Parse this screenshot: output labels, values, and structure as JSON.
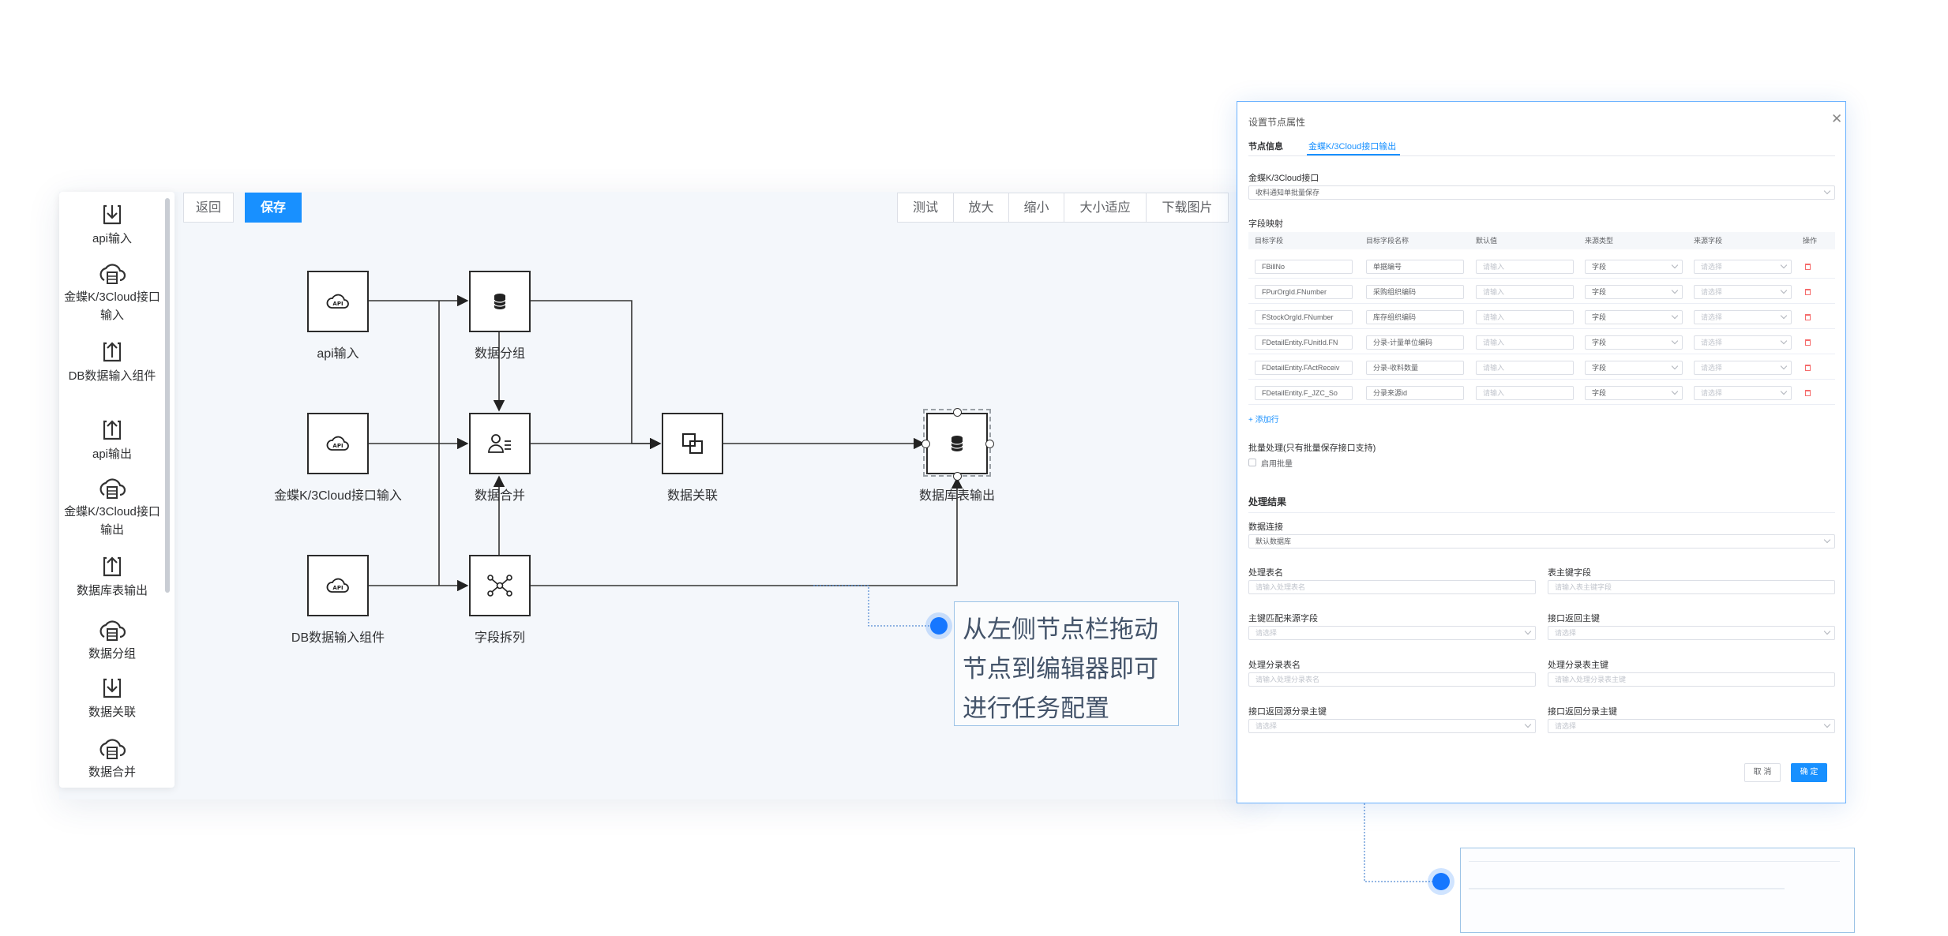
{
  "toolbar": {
    "back": "返回",
    "save": "保存",
    "actions": [
      "测试",
      "放大",
      "缩小",
      "大小适应",
      "下载图片"
    ]
  },
  "sidebar": {
    "items": [
      {
        "label": "api输入",
        "icon": "download-arrow-icon"
      },
      {
        "label": "金蝶K/3Cloud接口输入",
        "icon": "cloud-database-icon"
      },
      {
        "label": "DB数据输入组件",
        "icon": "upload-arrow-icon"
      },
      {
        "label": "api输出",
        "icon": "upload-arrow-icon"
      },
      {
        "label": "金蝶K/3Cloud接口输出",
        "icon": "cloud-database-icon"
      },
      {
        "label": "数据库表输出",
        "icon": "upload-arrow-icon"
      },
      {
        "label": "数据分组",
        "icon": "cloud-database-icon"
      },
      {
        "label": "数据关联",
        "icon": "download-arrow-icon"
      },
      {
        "label": "数据合并",
        "icon": "cloud-database-icon"
      }
    ]
  },
  "flow": {
    "nodes": [
      {
        "id": "api_in",
        "label": "api输入",
        "icon": "api-cloud-icon"
      },
      {
        "id": "group",
        "label": "数据分组",
        "icon": "database-icon"
      },
      {
        "id": "k3_in",
        "label": "金蝶K/3Cloud接口输入",
        "icon": "api-cloud-icon"
      },
      {
        "id": "merge",
        "label": "数据合并",
        "icon": "user-list-icon"
      },
      {
        "id": "join",
        "label": "数据关联",
        "icon": "overlap-squares-icon"
      },
      {
        "id": "db_out",
        "label": "数据库表输出",
        "icon": "database-icon"
      },
      {
        "id": "db_in",
        "label": "DB数据输入组件",
        "icon": "api-cloud-icon"
      },
      {
        "id": "split",
        "label": "字段拆列",
        "icon": "network-icon"
      }
    ]
  },
  "callout": {
    "lines": [
      "从左侧节点栏拖动",
      "节点到编辑器即可",
      "进行任务配置"
    ]
  },
  "dialog": {
    "title": "设置节点属性",
    "tabs": [
      "节点信息",
      "金蝶K/3Cloud接口输出"
    ],
    "interface_label": "金蝶K/3Cloud接口",
    "interface_value": "收料通知单批量保存",
    "mapping_label": "字段映射",
    "table_headers": [
      "目标字段",
      "目标字段名称",
      "默认值",
      "来源类型",
      "来源字段",
      "操作"
    ],
    "rows": [
      {
        "target": "FBillNo",
        "name": "单据编号",
        "default": "请输入",
        "type": "字段",
        "source": "请选择"
      },
      {
        "target": "FPurOrgId.FNumber",
        "name": "采购组织编码",
        "default": "请输入",
        "type": "字段",
        "source": "请选择"
      },
      {
        "target": "FStockOrgId.FNumber",
        "name": "库存组织编码",
        "default": "请输入",
        "type": "字段",
        "source": "请选择"
      },
      {
        "target": "FDetailEntity.FUnitId.FN",
        "name": "分录-计量单位编码",
        "default": "请输入",
        "type": "字段",
        "source": "请选择"
      },
      {
        "target": "FDetailEntity.FActReceiv",
        "name": "分录-收料数量",
        "default": "请输入",
        "type": "字段",
        "source": "请选择"
      },
      {
        "target": "FDetailEntity.F_JZC_So",
        "name": "分录来源id",
        "default": "请输入",
        "type": "字段",
        "source": "请选择"
      }
    ],
    "add_row": "+ 添加行",
    "batch_label": "批量处理(只有批量保存接口支持)",
    "batch_checkbox": "启用批量",
    "result_title": "处理结果",
    "conn_label": "数据连接",
    "conn_value": "默认数据库",
    "table_name_label": "处理表名",
    "table_name_ph": "请输入处理表名",
    "pk_label": "表主键字段",
    "pk_ph": "请输入表主键字段",
    "match_label": "主键匹配来源字段",
    "match_ph": "请选择",
    "ret_label": "接口返回主键",
    "ret_ph": "请选择",
    "sub_table_label": "处理分录表名",
    "sub_table_ph": "请输入处理分录表名",
    "sub_pk_label": "处理分录表主键",
    "sub_pk_ph": "请输入处理分录表主键",
    "ret_src_label": "接口返回源分录主键",
    "ret_src_ph": "请选择",
    "ret_sub_label": "接口返回分录主键",
    "ret_sub_ph": "请选择",
    "cancel": "取 消",
    "confirm": "确 定"
  },
  "colors": {
    "primary": "#1890ff",
    "canvas_bg": "#f4f7fb",
    "accent_dot": "#1677ff"
  }
}
